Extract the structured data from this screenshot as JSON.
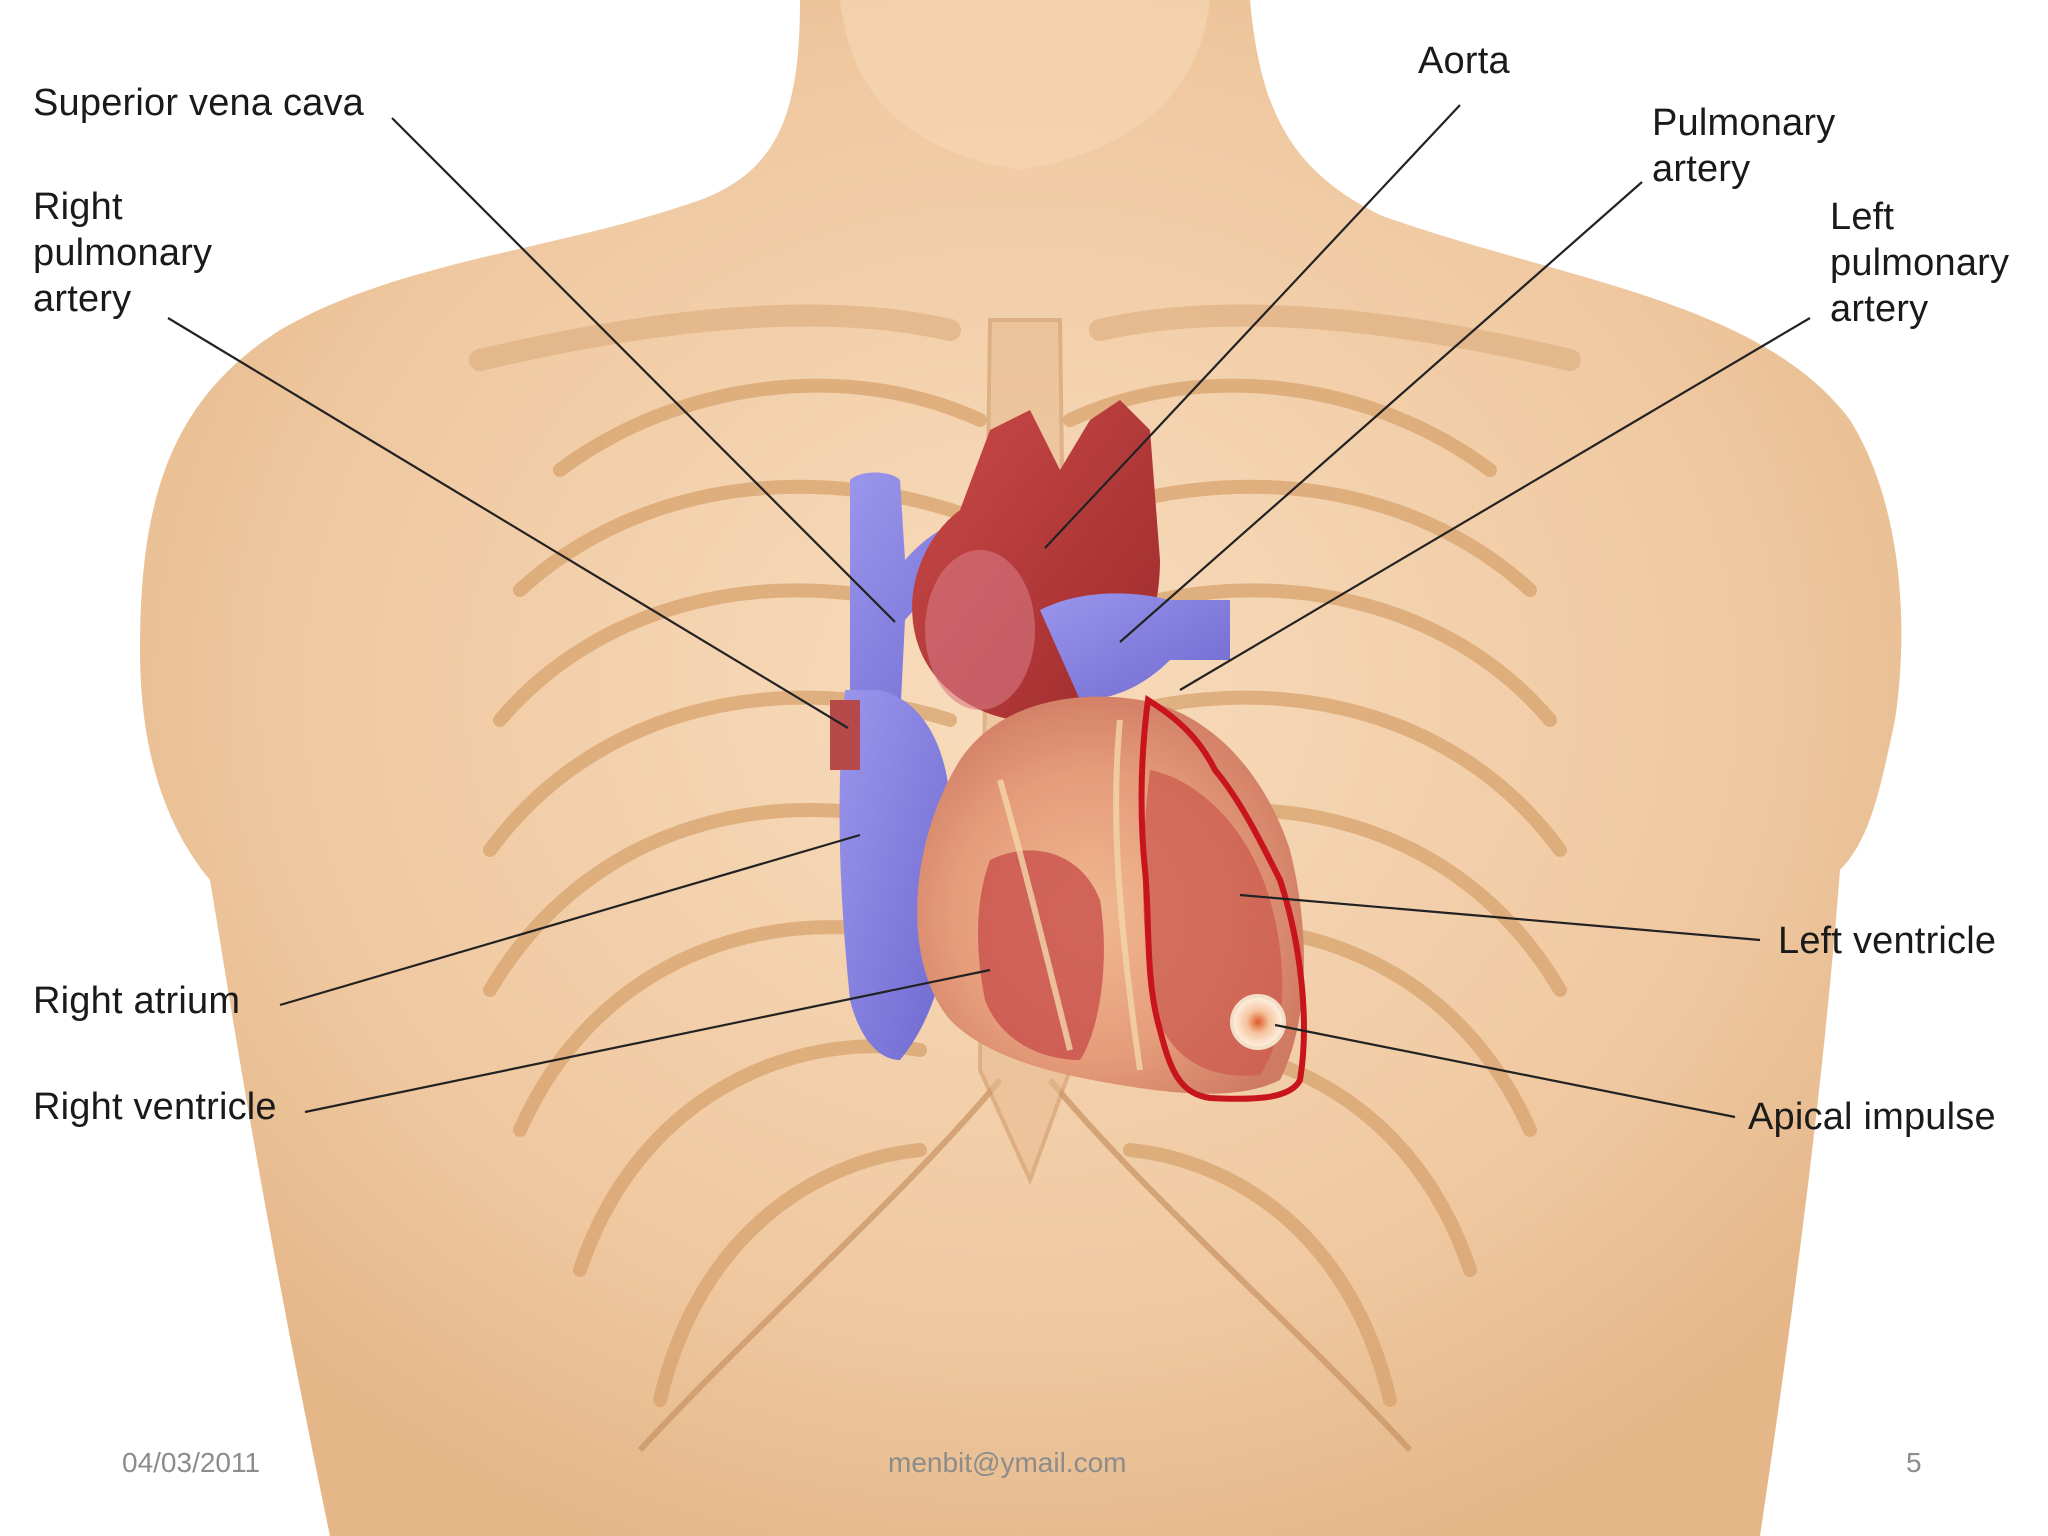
{
  "labels": {
    "superior_vena_cava": "Superior vena cava",
    "right_pulmonary_artery": [
      "Right",
      "pulmonary",
      "artery"
    ],
    "aorta": "Aorta",
    "pulmonary_artery": [
      "Pulmonary",
      "artery"
    ],
    "left_pulmonary_artery": [
      "Left",
      "pulmonary",
      "artery"
    ],
    "left_ventricle": "Left ventricle",
    "apical_impulse": "Apical impulse",
    "right_atrium": "Right atrium",
    "right_ventricle": "Right ventricle"
  },
  "footer": {
    "date": "04/03/2011",
    "email": "menbit@ymail.com",
    "page_number": "5"
  },
  "colors": {
    "skin": "#f2cfa8",
    "rib": "#d9a56f",
    "vein_blue": "#8a86e0",
    "artery_red": "#b8383a",
    "outline_red": "#c8141c",
    "leader_line": "#222222"
  }
}
